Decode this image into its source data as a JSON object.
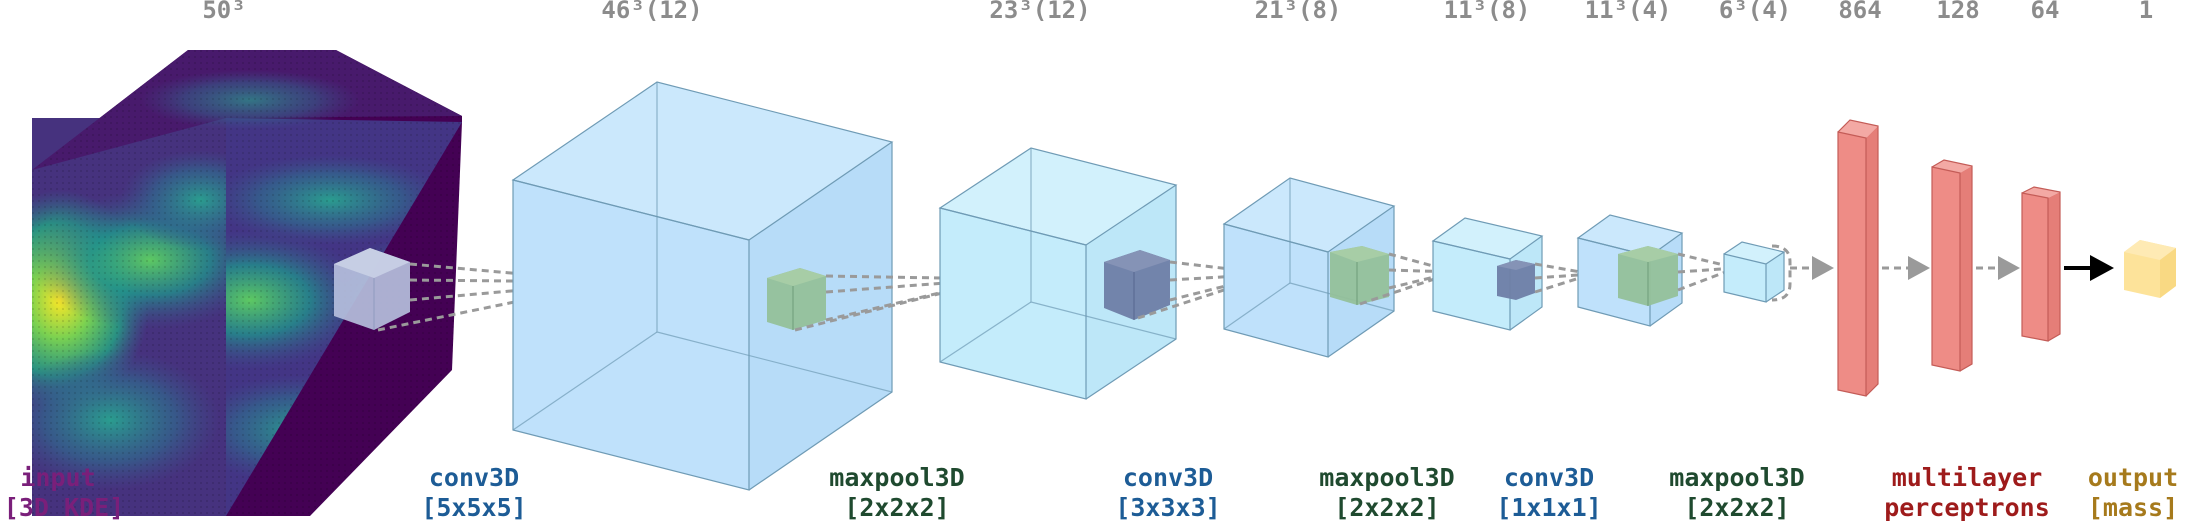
{
  "layer_sizes": [
    "50³",
    "46³(12)",
    "23³(12)",
    "21³(8)",
    "11³(8)",
    "11³(4)",
    "6³(4)",
    "864",
    "128",
    "64",
    "1"
  ],
  "labels": {
    "input": [
      "input",
      "[3D KDE]"
    ],
    "conv1": [
      "conv3D",
      "[5x5x5]"
    ],
    "pool1": [
      "maxpool3D",
      "[2x2x2]"
    ],
    "conv2": [
      "conv3D",
      "[3x3x3]"
    ],
    "pool2": [
      "maxpool3D",
      "[2x2x2]"
    ],
    "conv3": [
      "conv3D",
      "[1x1x1]"
    ],
    "pool3": [
      "maxpool3D",
      "[2x2x2]"
    ],
    "mlp": [
      "multilayer",
      "perceptrons"
    ],
    "output": [
      "output",
      "[mass]"
    ]
  },
  "colors": {
    "input_label": "#7a1f7a",
    "conv_label": "#1d5c96",
    "pool_label": "#1f4a2f",
    "mlp_label": "#9e1b1b",
    "output_label": "#a67a1c",
    "dimension_text": "#8c8c8c",
    "blue_cube": "#bfe1fb",
    "cyan_cube": "#c4ecfb",
    "mlp_bar": "#ee8c86",
    "output_cube": "#fde39a",
    "viridis_dark": "#440154",
    "viridis_yellow": "#fde725"
  }
}
